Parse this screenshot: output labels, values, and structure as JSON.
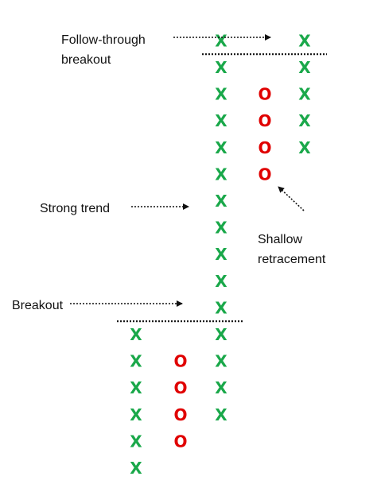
{
  "chart_data": {
    "type": "point-and-figure",
    "title": "",
    "xlabel": "",
    "ylabel": "",
    "colors": {
      "x": "#1aa84a",
      "o": "#e00000",
      "line": "#111111",
      "text": "#111111"
    },
    "columns": [
      {
        "symbol": "X",
        "low": 1,
        "high": 6
      },
      {
        "symbol": "O",
        "low": 2,
        "high": 5
      },
      {
        "symbol": "X",
        "low": 3,
        "high": 17
      },
      {
        "symbol": "O",
        "low": 12,
        "high": 15
      },
      {
        "symbol": "X",
        "low": 13,
        "high": 17
      }
    ],
    "breakout_lines": [
      {
        "level": 6.5,
        "from_column": 0,
        "to_column": 2
      },
      {
        "level": 16.5,
        "from_column": 2,
        "to_column": 4
      }
    ],
    "annotations": [
      {
        "id": "follow-through",
        "lines": [
          "Follow-through",
          "breakout"
        ]
      },
      {
        "id": "strong-trend",
        "lines": [
          "Strong trend"
        ]
      },
      {
        "id": "shallow-retracement",
        "lines": [
          "Shallow",
          "retracement"
        ]
      },
      {
        "id": "breakout",
        "lines": [
          "Breakout"
        ]
      }
    ]
  }
}
